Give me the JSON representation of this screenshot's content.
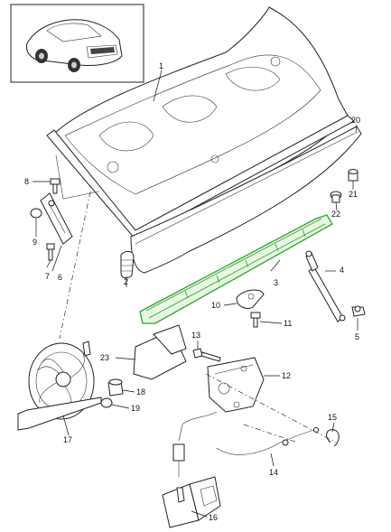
{
  "diagram": {
    "callouts": {
      "c1": "1",
      "c2": "2",
      "c3": "3",
      "c4": "4",
      "c5": "5",
      "c6": "6",
      "c7": "7",
      "c8": "8",
      "c9": "9",
      "c10": "10",
      "c11": "11",
      "c12": "12",
      "c13": "13",
      "c14": "14",
      "c15": "15",
      "c16": "16",
      "c17": "17",
      "c18": "18",
      "c19": "19",
      "c20": "20",
      "c21": "21",
      "c22": "22",
      "c23": "23"
    },
    "highlighted_part": "3",
    "highlight_color": "#2aa52a",
    "inset_icon": "car-rear-three-quarter-icon"
  }
}
